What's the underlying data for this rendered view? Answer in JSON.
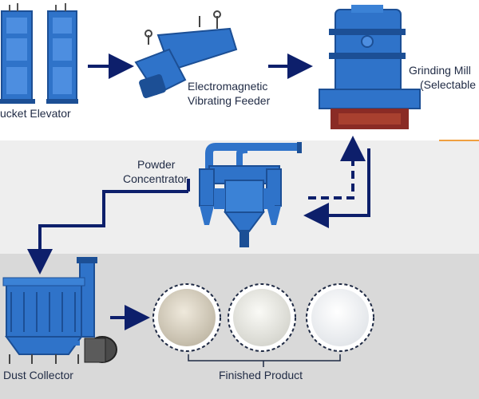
{
  "labels": {
    "bucket_elevator": "ucket Elevator",
    "feeder_line1": "Electromagnetic",
    "feeder_line2": "Vibrating Feeder",
    "mill_line1": "Grinding Mill",
    "mill_line2": "(Selectable",
    "concentrator_line1": "Powder",
    "concentrator_line2": "Concentrator",
    "dust_collector": "Dust Collector",
    "finished_product": "Finished Product"
  },
  "colors": {
    "machine_blue": "#2f73c9",
    "machine_dark": "#1c4f95",
    "arrow_navy": "#0d1f6b",
    "mill_base": "#8a2b25",
    "powder_1": "#d8d2c4",
    "powder_2": "#ecece6",
    "powder_3": "#fbfbfb"
  },
  "icons": [
    "bucket-elevator-icon",
    "vibrating-feeder-icon",
    "grinding-mill-icon",
    "powder-concentrator-icon",
    "dust-collector-icon",
    "powder-sample-icon"
  ]
}
